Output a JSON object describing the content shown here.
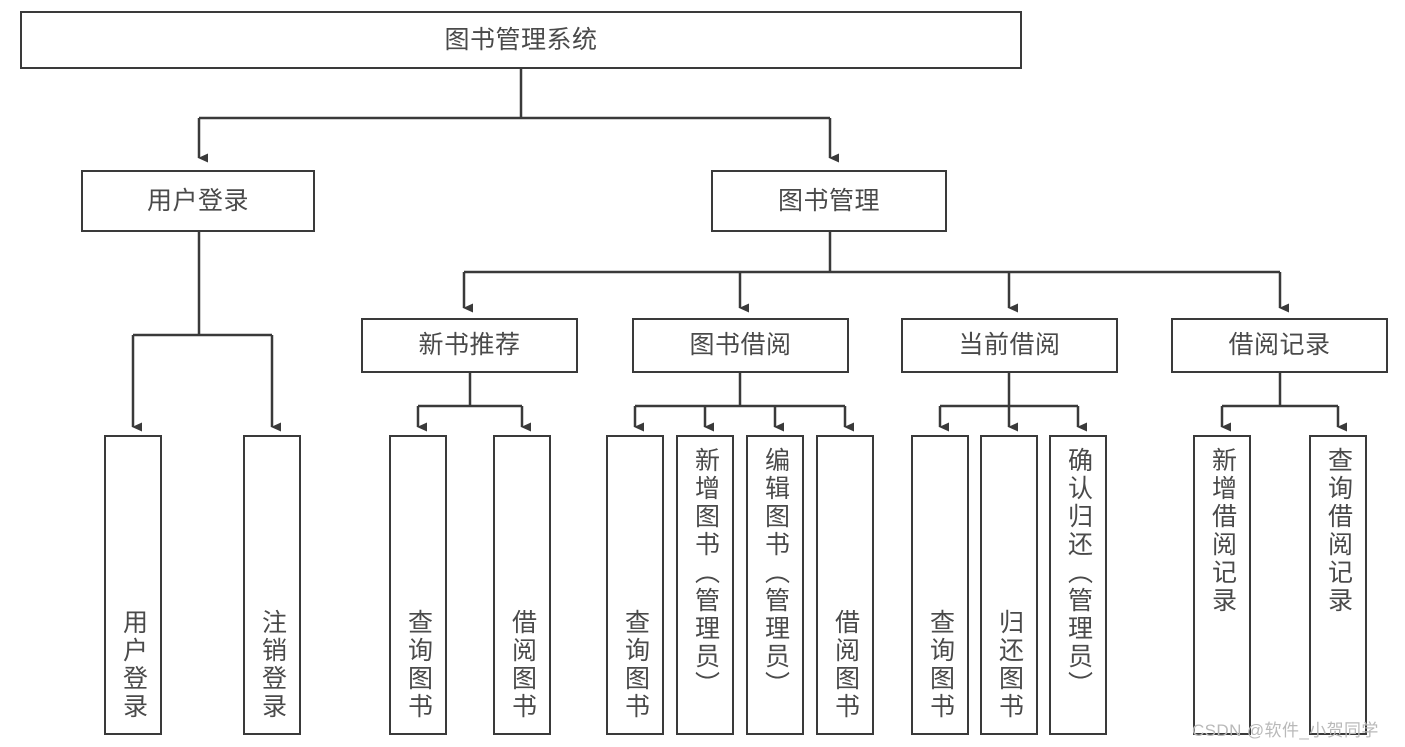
{
  "diagram": {
    "type": "tree",
    "title": "图书管理系统",
    "root": {
      "label": "图书管理系统"
    },
    "level1": [
      {
        "label": "用户登录"
      },
      {
        "label": "图书管理"
      }
    ],
    "level2": [
      {
        "label": "新书推荐"
      },
      {
        "label": "图书借阅"
      },
      {
        "label": "当前借阅"
      },
      {
        "label": "借阅记录"
      }
    ],
    "leaves": {
      "user_login": [
        {
          "label": "用户登录"
        },
        {
          "label": "注销登录"
        }
      ],
      "new_book_recommend": [
        {
          "label": "查询图书"
        },
        {
          "label": "借阅图书"
        }
      ],
      "book_borrow": [
        {
          "label": "查询图书"
        },
        {
          "label": "新增图书（管理员）"
        },
        {
          "label": "编辑图书（管理员）"
        },
        {
          "label": "借阅图书"
        }
      ],
      "current_borrow": [
        {
          "label": "查询图书"
        },
        {
          "label": "归还图书"
        },
        {
          "label": "确认归还（管理员）"
        }
      ],
      "borrow_record": [
        {
          "label": "新增借阅记录"
        },
        {
          "label": "查询借阅记录"
        }
      ]
    }
  },
  "watermark": {
    "text": "CSDN @软件_小贺同学"
  },
  "colors": {
    "border": "#3a3a3a",
    "text": "#4a4a4a",
    "background": "#ffffff",
    "watermark": "#b9b9b9"
  }
}
